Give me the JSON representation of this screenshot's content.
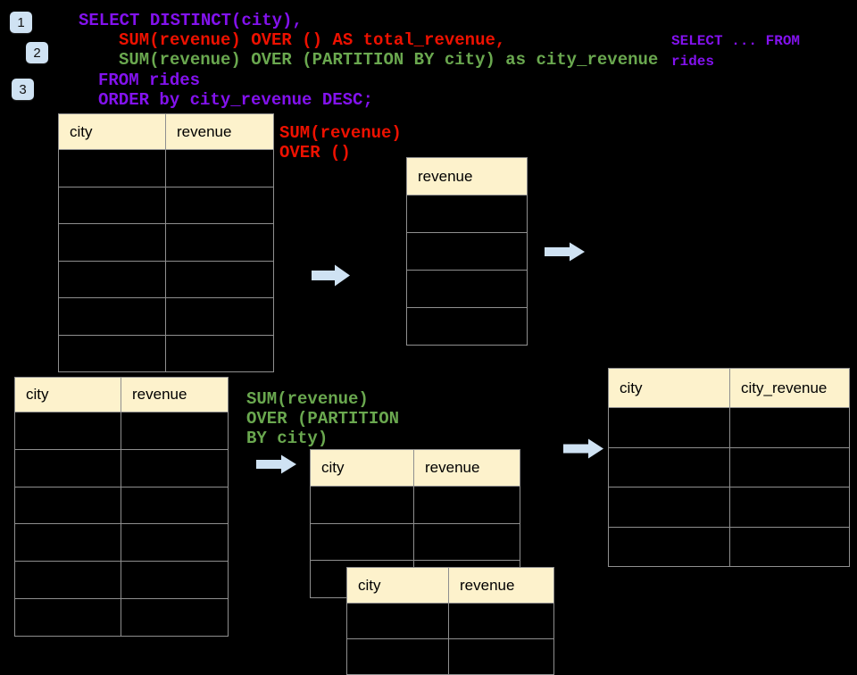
{
  "colors": {
    "purple": "#8312ee",
    "red": "#ee1100",
    "green": "#6aa84f",
    "header_fill": "#fdf2cc",
    "border": "#8f8f8f",
    "arrow_fill": "#cfe2f3",
    "badge_fill": "#cfe2f3"
  },
  "badges": {
    "step1": "1",
    "step2": "2",
    "step3": "3"
  },
  "sql_code": {
    "line1": "SELECT DISTINCT(city),",
    "line2": "SUM(revenue) OVER () AS total_revenue,",
    "line3": "SUM(revenue) OVER (PARTITION BY city) as city_revenue",
    "line4": "FROM rides",
    "line5": "ORDER by city_revenue DESC;"
  },
  "side_snippet": {
    "line1": "SELECT ... FROM",
    "line2": "rides"
  },
  "annotations": {
    "total": {
      "line1": "SUM(revenue)",
      "line2": "OVER ()"
    },
    "partition": {
      "line1": "SUM(revenue)",
      "line2": "OVER (PARTITION",
      "line3": "BY city)"
    }
  },
  "tables": {
    "source_top": {
      "headers": [
        "city",
        "revenue"
      ],
      "rows": 6
    },
    "total_result": {
      "headers": [
        "revenue"
      ],
      "rows": 4
    },
    "source_bottom": {
      "headers": [
        "city",
        "revenue"
      ],
      "rows": 6
    },
    "partition_mid": {
      "headers": [
        "city",
        "revenue"
      ],
      "rows": 3
    },
    "city_revenue_result": {
      "headers": [
        "city",
        "city_revenue"
      ],
      "rows": 4
    },
    "partition_overlay": {
      "headers": [
        "city",
        "revenue"
      ],
      "rows": 2
    }
  }
}
